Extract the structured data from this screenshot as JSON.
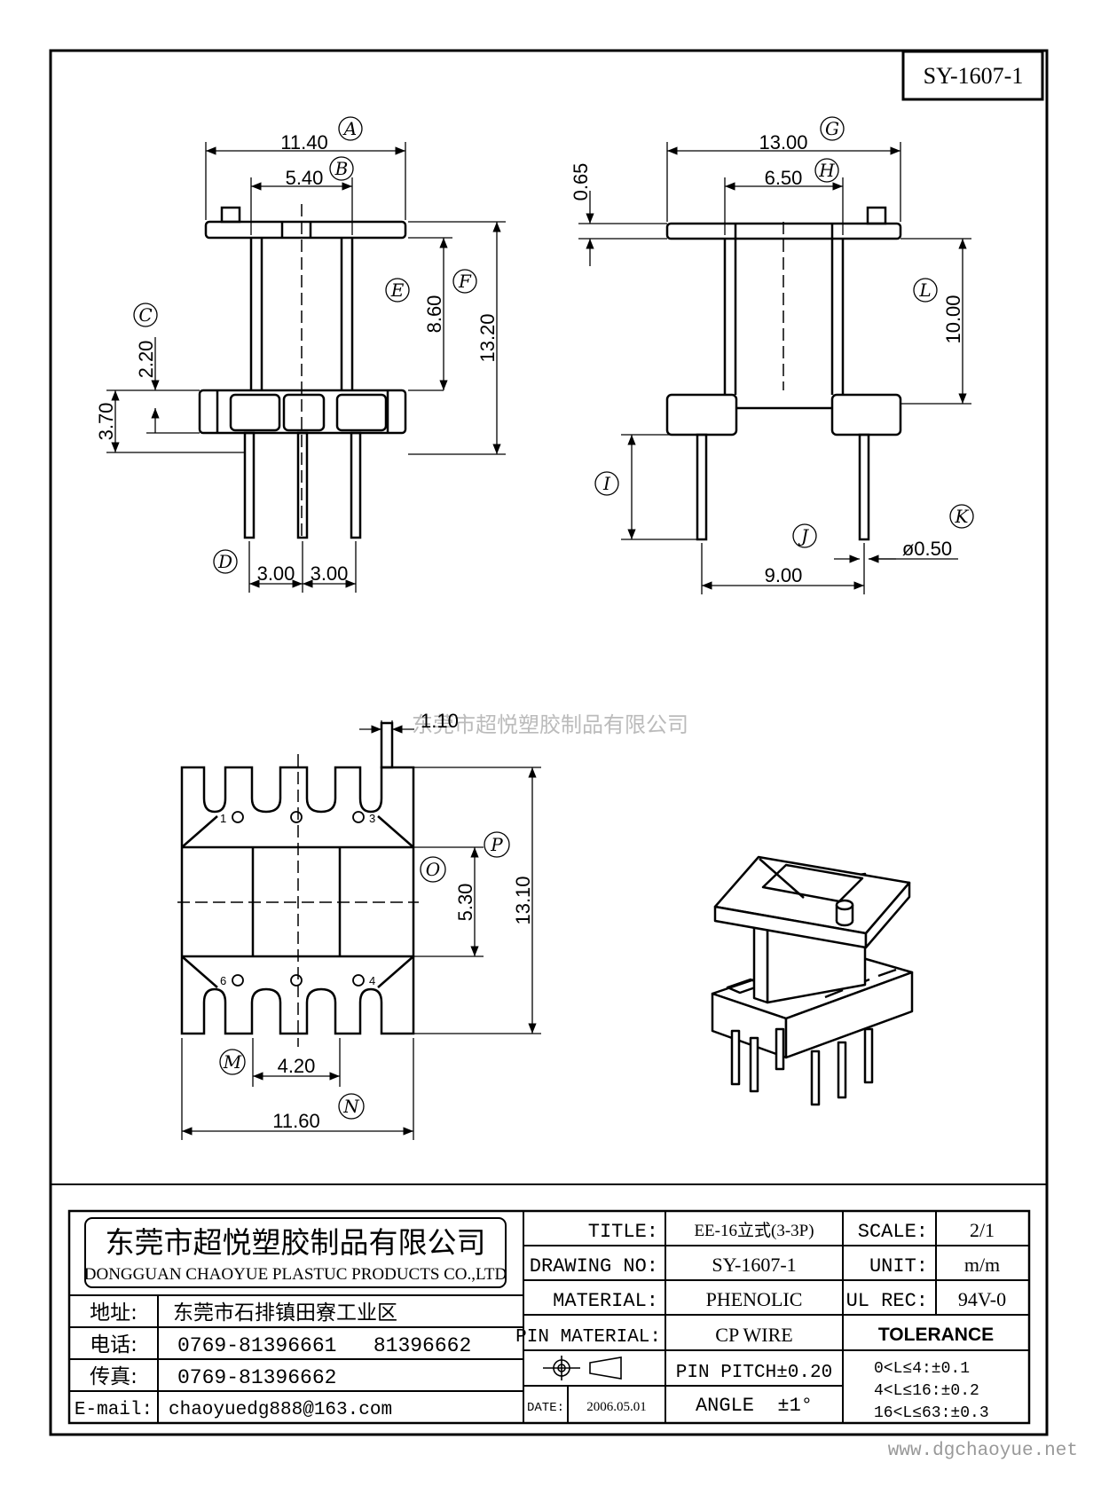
{
  "drawing_number_box": "SY-1607-1",
  "watermark": "东莞市超悦塑胶制品有限公司",
  "website": "www.dgchaoyue.net",
  "front_view": {
    "dims": [
      "11.40",
      "5.40",
      "13.20",
      "8.60",
      "2.20",
      "3.70",
      "3.00",
      "3.00"
    ],
    "labels": [
      "A",
      "B",
      "C",
      "D",
      "E",
      "F"
    ]
  },
  "side_view": {
    "dims": [
      "13.00",
      "6.50",
      "0.65",
      "10.00",
      "9.00",
      "ø0.50"
    ],
    "labels": [
      "G",
      "H",
      "I",
      "J",
      "K",
      "L"
    ]
  },
  "bottom_view": {
    "dims": [
      "1.10",
      "5.30",
      "13.10",
      "4.20",
      "11.60"
    ],
    "labels": [
      "M",
      "N",
      "O",
      "P"
    ],
    "pins": [
      "1",
      "3",
      "6",
      "4"
    ]
  },
  "company": {
    "name_cn": "东莞市超悦塑胶制品有限公司",
    "name_en": "DONGGUAN CHAOYUE PLASTUC PRODUCTS CO.,LTD",
    "address_label": "地址:",
    "address": "东莞市石排镇田寮工业区",
    "phone_label": "电话:",
    "phone": "0769-81396661   81396662",
    "fax_label": "传真:",
    "fax": "0769-81396662",
    "email_label": "E-mail:",
    "email": "chaoyuedg888@163.com"
  },
  "title_block": {
    "title_label": "TITLE:",
    "title": "EE-16立式(3-3P)",
    "scale_label": "SCALE:",
    "scale": "2/1",
    "drawing_no_label": "DRAWING NO:",
    "drawing_no": "SY-1607-1",
    "unit_label": "UNIT:",
    "unit": "m/m",
    "material_label": "MATERIAL:",
    "material": "PHENOLIC",
    "ul_label": "UL REC:",
    "ul": "94V-0",
    "pin_material_label": "PIN MATERIAL:",
    "pin_material": "CP WIRE",
    "tolerance_label": "TOLERANCE",
    "pin_pitch": "PIN PITCH±0.20",
    "date_label": "DATE:",
    "date": "2006.05.01",
    "angle": "ANGLE  ±1°",
    "tol1": "0<L≤4:±0.1",
    "tol2": "4<L≤16:±0.2",
    "tol3": "16<L≤63:±0.3"
  }
}
